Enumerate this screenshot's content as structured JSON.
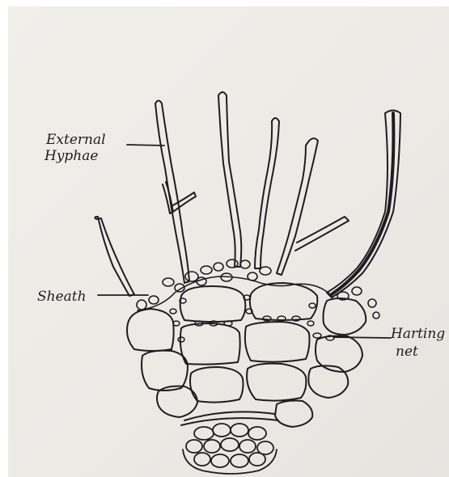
{
  "diagram": {
    "ink_color": "#1d1d22",
    "paper_color": "#eceae5",
    "labels": {
      "external_hyphae_line1": "External",
      "external_hyphae_line2": "Hyphae",
      "sheath": "Sheath",
      "hartig_net_line1": "Harting",
      "hartig_net_line2": "net"
    }
  }
}
